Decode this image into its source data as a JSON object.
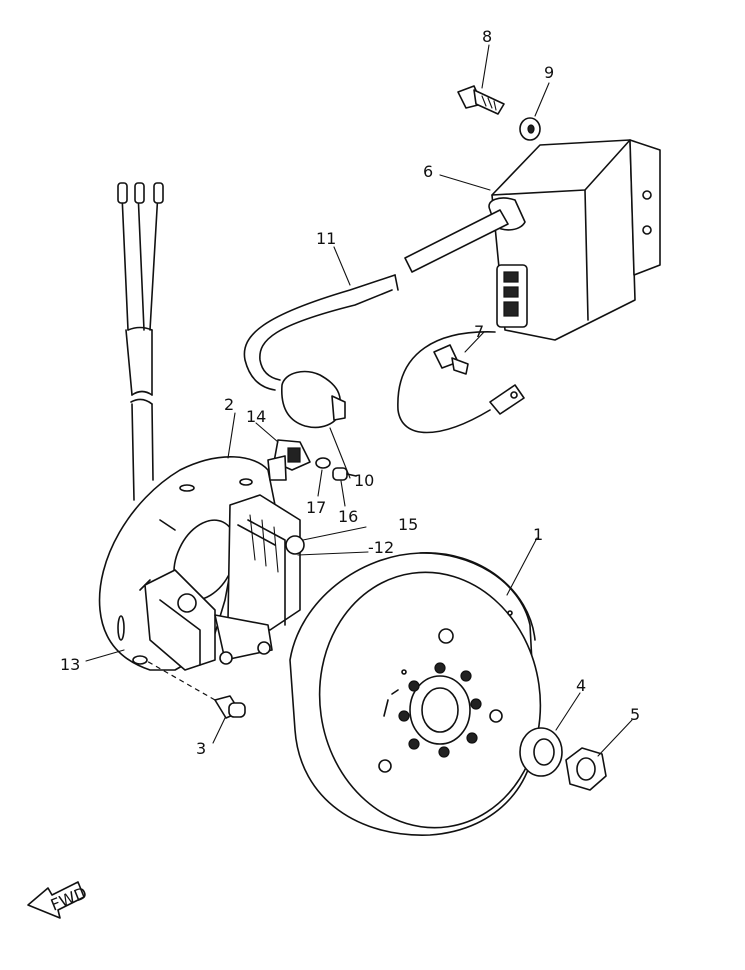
{
  "callouts": {
    "c1": "1",
    "c2": "2",
    "c3": "3",
    "c4": "4",
    "c5": "5",
    "c6": "6",
    "c7": "7",
    "c8": "8",
    "c9": "9",
    "c10": "10",
    "c11": "11",
    "c12": "-12",
    "c13": "13",
    "c14": "14",
    "c15": "15",
    "c16": "16",
    "c17": "17"
  },
  "fwd_label": "FWD"
}
